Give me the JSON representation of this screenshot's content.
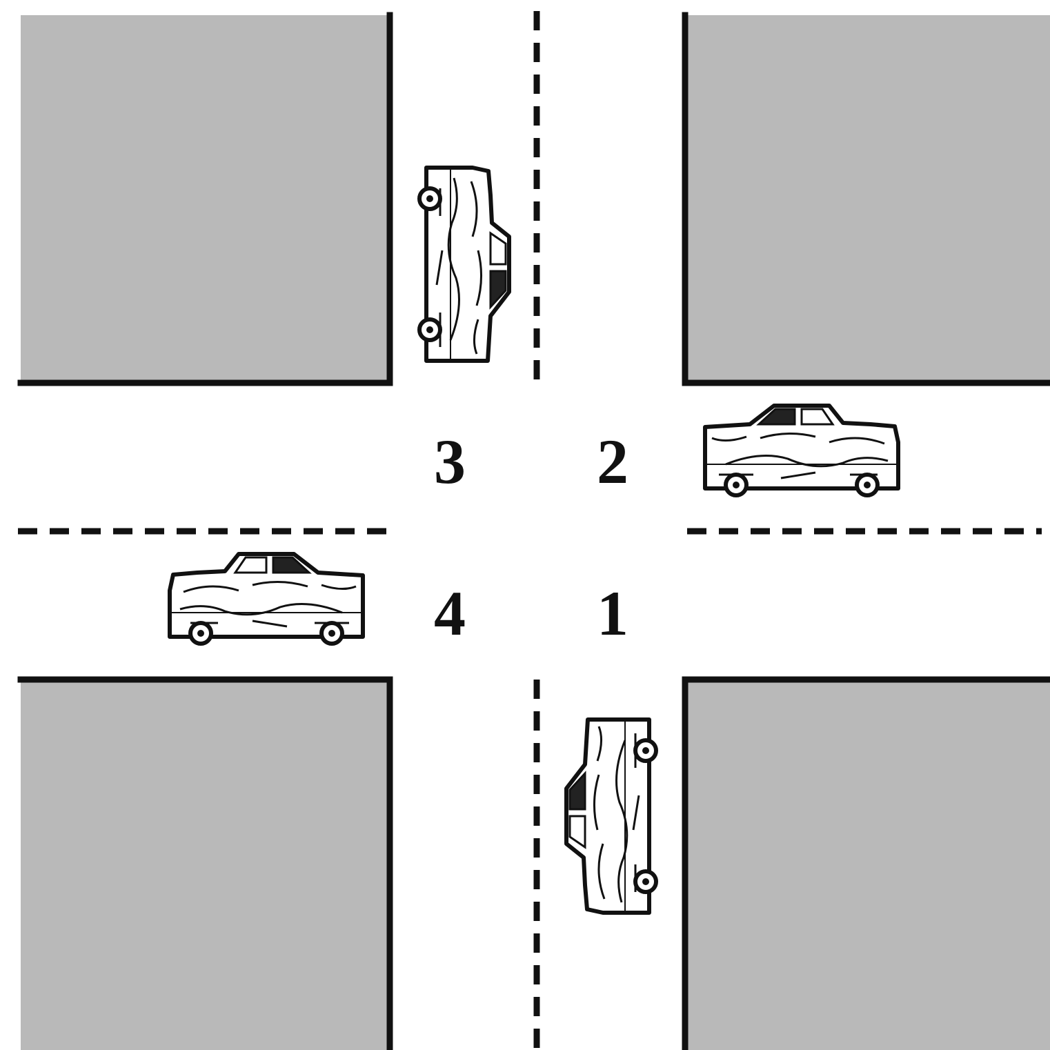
{
  "diagram": {
    "type": "four-way intersection",
    "colors": {
      "background": "#ffffff",
      "block_fill": "#b9b9b9",
      "curb_line": "#111111",
      "lane_marking": "#111111",
      "car_body": "#ffffff",
      "car_outline": "#111111"
    },
    "lane_marking_style": "dashed",
    "blocks": [
      {
        "id": "northwest"
      },
      {
        "id": "northeast"
      },
      {
        "id": "southwest"
      },
      {
        "id": "southeast"
      }
    ],
    "zones": [
      {
        "label": "1"
      },
      {
        "label": "2"
      },
      {
        "label": "3"
      },
      {
        "label": "4"
      }
    ],
    "cars": [
      {
        "id": "car-north",
        "approach": "north",
        "facing": "south"
      },
      {
        "id": "car-east",
        "approach": "east",
        "facing": "west"
      },
      {
        "id": "car-south",
        "approach": "south",
        "facing": "north"
      },
      {
        "id": "car-west",
        "approach": "west",
        "facing": "east"
      }
    ]
  }
}
